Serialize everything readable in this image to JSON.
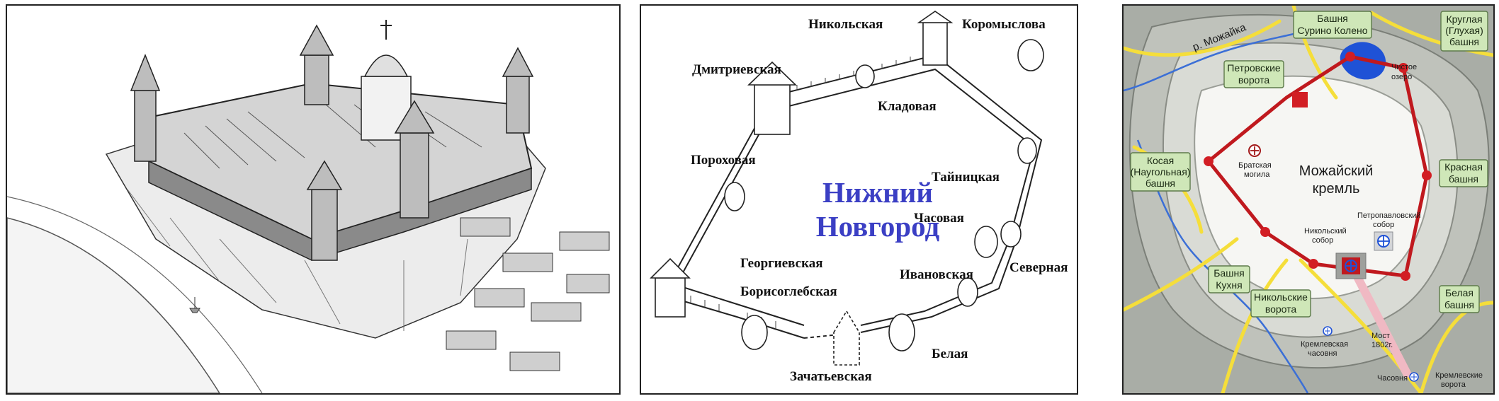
{
  "nizhny": {
    "city_line1": "Нижний",
    "city_line2": "Новгород",
    "towers": [
      "Никольская",
      "Коромыслова",
      "Дмитриевская",
      "Кладовая",
      "Пороховая",
      "Тайницкая",
      "Часовая",
      "Георгиевская",
      "Ивановская",
      "Северная",
      "Борисоглебская",
      "Белая",
      "Зачатьевская"
    ]
  },
  "mozhaisk": {
    "title_line1": "Можайский",
    "title_line2": "кремль",
    "river": "р. Можайка",
    "lake": "Чистое озеро",
    "boxes": [
      {
        "lines": [
          "Башня",
          "Сурино Колено"
        ]
      },
      {
        "lines": [
          "Круглая",
          "(Глухая)",
          "башня"
        ]
      },
      {
        "lines": [
          "Петровские",
          "ворота"
        ]
      },
      {
        "lines": [
          "Косая",
          "(Наугольная)",
          "башня"
        ]
      },
      {
        "lines": [
          "Красная",
          "башня"
        ]
      },
      {
        "lines": [
          "Башня",
          "Кухня"
        ]
      },
      {
        "lines": [
          "Никольские",
          "ворота"
        ]
      },
      {
        "lines": [
          "Белая",
          "башня"
        ]
      }
    ],
    "grave": [
      "Братская",
      "могила"
    ],
    "peter_paul": [
      "Петропавловский",
      "собор"
    ],
    "nikolsky": [
      "Никольский",
      "собор"
    ],
    "chapel": [
      "Кремлевская",
      "часовня"
    ],
    "bridge": [
      "Мост",
      "1802г."
    ],
    "chapel2": "Часовня",
    "gate": [
      "Кремлевские",
      "ворота"
    ]
  },
  "colors": {
    "wall": "#c0191e",
    "road": "#f5de3a",
    "water": "#3b6fd6",
    "box": "#cfe7b8"
  }
}
